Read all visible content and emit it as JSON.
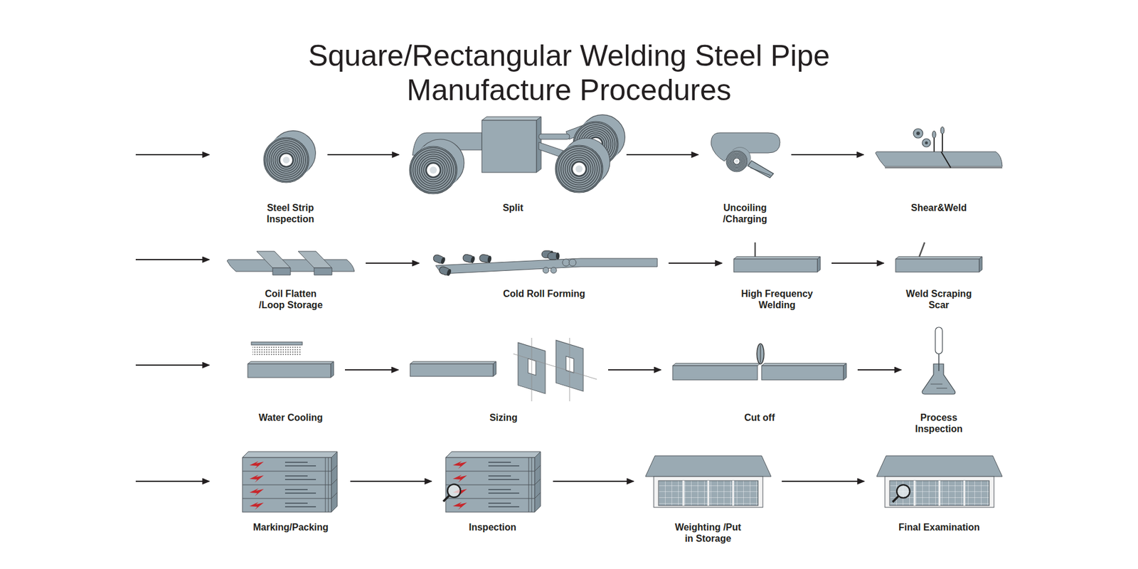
{
  "diagram": {
    "title": "Square/Rectangular Welding Steel Pipe Manufacture Procedures",
    "nodes": [
      {
        "text": [
          "Steel Strip Inspection"
        ]
      },
      {
        "text": [
          "Split"
        ]
      },
      {
        "text": [
          "Uncoiling /Charging"
        ]
      },
      {
        "text": [
          "Shear&Weld"
        ]
      },
      {
        "text": [
          "Coil Flatten /Loop Storage"
        ]
      },
      {
        "text": [
          "Cold Roll Forming"
        ]
      },
      {
        "text": [
          "High Frequency Welding"
        ]
      },
      {
        "text": [
          "Weld Scraping Scar"
        ]
      },
      {
        "text": [
          "Water Cooling"
        ]
      },
      {
        "text": [
          "Sizing"
        ]
      },
      {
        "text": [
          "Cut off"
        ]
      },
      {
        "text": [
          "Process Inspection"
        ]
      },
      {
        "text": [
          "Marking/Packing"
        ]
      },
      {
        "text": [
          "Inspection"
        ]
      },
      {
        "text": [
          "Weighting /Put in Storage"
        ]
      },
      {
        "text": [
          "Final Examination"
        ]
      }
    ],
    "edges": [
      {
        "from": 0,
        "to": 1,
        "arrow": "to"
      },
      {
        "from": 1,
        "to": 2,
        "arrow": "to"
      },
      {
        "from": 2,
        "to": 3,
        "arrow": "to"
      },
      {
        "from": 4,
        "to": 5,
        "arrow": "to"
      },
      {
        "from": 5,
        "to": 6,
        "arrow": "to"
      },
      {
        "from": 6,
        "to": 7,
        "arrow": "to"
      },
      {
        "from": 8,
        "to": 9,
        "arrow": "to"
      },
      {
        "from": 9,
        "to": 10,
        "arrow": "to"
      },
      {
        "from": 10,
        "to": 11,
        "arrow": "to"
      },
      {
        "from": 12,
        "to": 13,
        "arrow": "to"
      },
      {
        "from": 13,
        "to": 14,
        "arrow": "to"
      },
      {
        "from": 14,
        "to": 15,
        "arrow": "to"
      }
    ]
  }
}
